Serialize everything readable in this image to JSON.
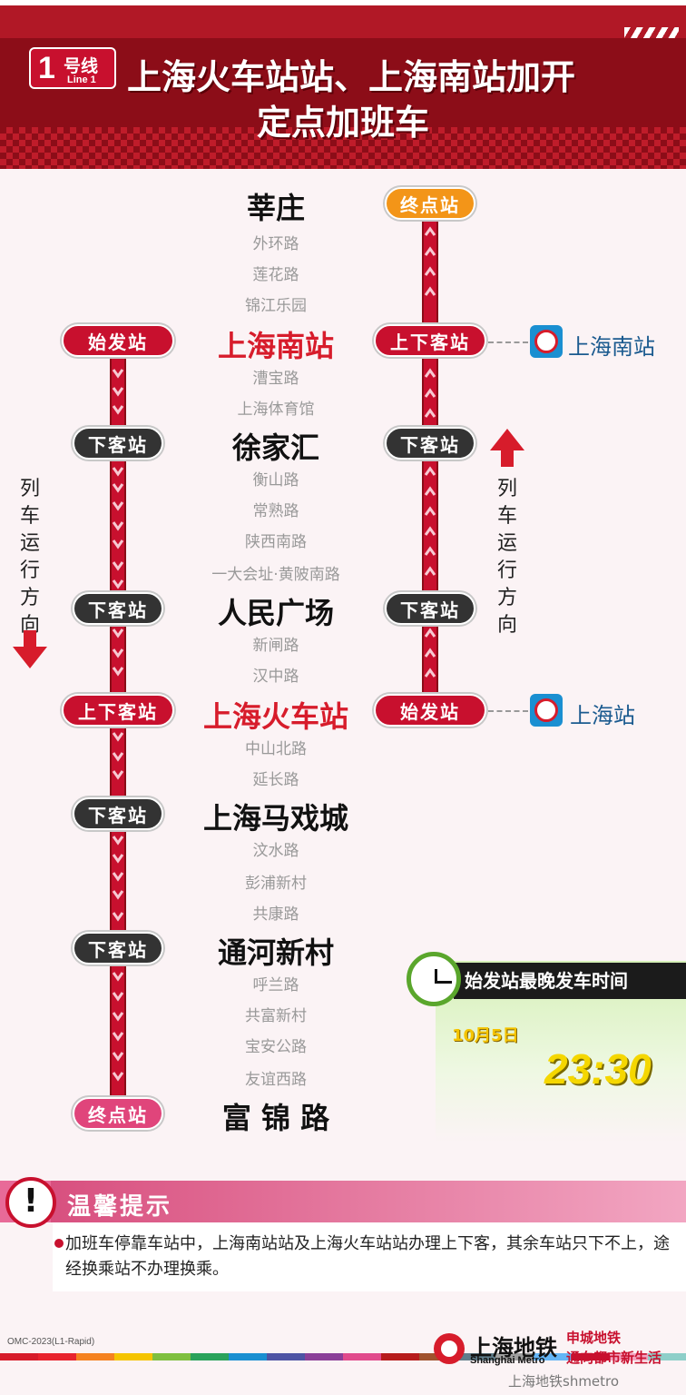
{
  "header": {
    "line_number": "1",
    "line_cn": "号线",
    "line_en": "Line 1",
    "title_line1": "上海火车站站、上海南站加开",
    "title_line2": "定点加班车"
  },
  "left_route": {
    "pills": [
      {
        "label": "始发站",
        "kind": "start"
      },
      {
        "label": "下客站",
        "kind": "alight"
      },
      {
        "label": "下客站",
        "kind": "alight"
      },
      {
        "label": "上下客站",
        "kind": "board_alight"
      },
      {
        "label": "下客站",
        "kind": "alight"
      },
      {
        "label": "下客站",
        "kind": "alight"
      },
      {
        "label": "终点站",
        "kind": "terminal"
      }
    ],
    "direction": "列车运行方向"
  },
  "right_route": {
    "pills": [
      {
        "label": "终点站",
        "kind": "terminal"
      },
      {
        "label": "上下客站",
        "kind": "board_alight"
      },
      {
        "label": "下客站",
        "kind": "alight"
      },
      {
        "label": "下客站",
        "kind": "alight"
      },
      {
        "label": "始发站",
        "kind": "start"
      }
    ],
    "direction": "列车运行方向"
  },
  "stations": [
    {
      "name": "莘庄",
      "type": "major"
    },
    {
      "name": "外环路",
      "type": "minor"
    },
    {
      "name": "莲花路",
      "type": "minor"
    },
    {
      "name": "锦江乐园",
      "type": "minor"
    },
    {
      "name": "上海南站",
      "type": "hub"
    },
    {
      "name": "漕宝路",
      "type": "minor"
    },
    {
      "name": "上海体育馆",
      "type": "minor"
    },
    {
      "name": "徐家汇",
      "type": "major"
    },
    {
      "name": "衡山路",
      "type": "minor"
    },
    {
      "name": "常熟路",
      "type": "minor"
    },
    {
      "name": "陕西南路",
      "type": "minor"
    },
    {
      "name": "一大会址·黄陂南路",
      "type": "minor"
    },
    {
      "name": "人民广场",
      "type": "major"
    },
    {
      "name": "新闸路",
      "type": "minor"
    },
    {
      "name": "汉中路",
      "type": "minor"
    },
    {
      "name": "上海火车站",
      "type": "hub"
    },
    {
      "name": "中山北路",
      "type": "minor"
    },
    {
      "name": "延长路",
      "type": "minor"
    },
    {
      "name": "上海马戏城",
      "type": "major"
    },
    {
      "name": "汶水路",
      "type": "minor"
    },
    {
      "name": "彭浦新村",
      "type": "minor"
    },
    {
      "name": "共康路",
      "type": "minor"
    },
    {
      "name": "通河新村",
      "type": "major"
    },
    {
      "name": "呼兰路",
      "type": "minor"
    },
    {
      "name": "共富新村",
      "type": "minor"
    },
    {
      "name": "宝安公路",
      "type": "minor"
    },
    {
      "name": "友谊西路",
      "type": "minor"
    },
    {
      "name": "富 锦 路",
      "type": "major"
    }
  ],
  "railway_links": [
    {
      "name": "上海南站",
      "icon": "railway-station-icon"
    },
    {
      "name": "上海站",
      "icon": "railway-station-icon"
    }
  ],
  "last_departure": {
    "heading": "始发站最晚发车时间",
    "date": "10月5日",
    "time": "23:30"
  },
  "tips": {
    "icon": "!",
    "title": "温馨提示",
    "text": "加班车停靠车站中，上海南站站及上海火车站站办理上下客，其余车站只下不上，途经换乘站不办理换乘。"
  },
  "footer": {
    "code": "OMC-2023(L1-Rapid)",
    "logo_cn": "上海地铁",
    "logo_en": "Shanghai Metro",
    "slogan_line1": "申城地铁",
    "slogan_line2": "通向都市新生活",
    "watermark": "上海地铁shmetro"
  },
  "colors": {
    "line_red": "#c8102e",
    "header_dark": "#8c0d18",
    "hub_text": "#d71c2b",
    "start_pill": "#c8102e",
    "alight_pill": "#333333",
    "terminal_left": "#e0457b",
    "terminal_right": "#f39518",
    "time_yellow": "#f5d700",
    "clock_green": "#5aa62c",
    "footer_bar": [
      "#d71c2b",
      "#e8242e",
      "#f58220",
      "#f5c400",
      "#7fbf3f",
      "#2aa25b",
      "#1a8fd1",
      "#4e54a4",
      "#8b3f98",
      "#e14a8c",
      "#b71c1c",
      "#a0522d",
      "#607d8b",
      "#9e9e9e",
      "#64b5f6",
      "#c8102e",
      "#f3a3c0",
      "#8ecfc9"
    ]
  }
}
